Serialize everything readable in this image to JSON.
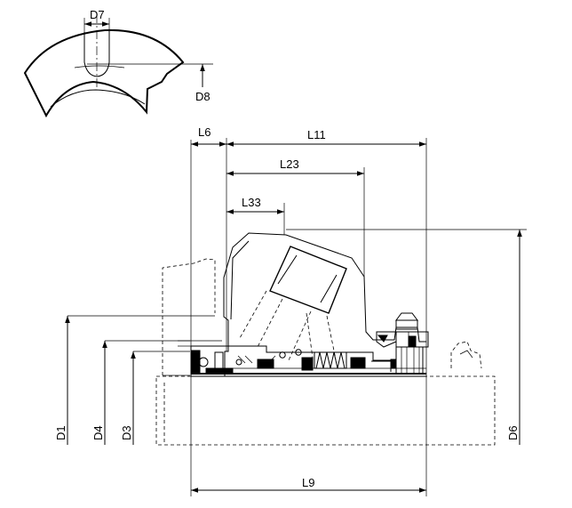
{
  "labels": {
    "d7": "D7",
    "d8": "D8",
    "l6": "L6",
    "l11": "L11",
    "l23": "L23",
    "l33": "L33",
    "d1": "D1",
    "d4": "D4",
    "d3": "D3",
    "d6": "D6",
    "l9": "L9"
  }
}
